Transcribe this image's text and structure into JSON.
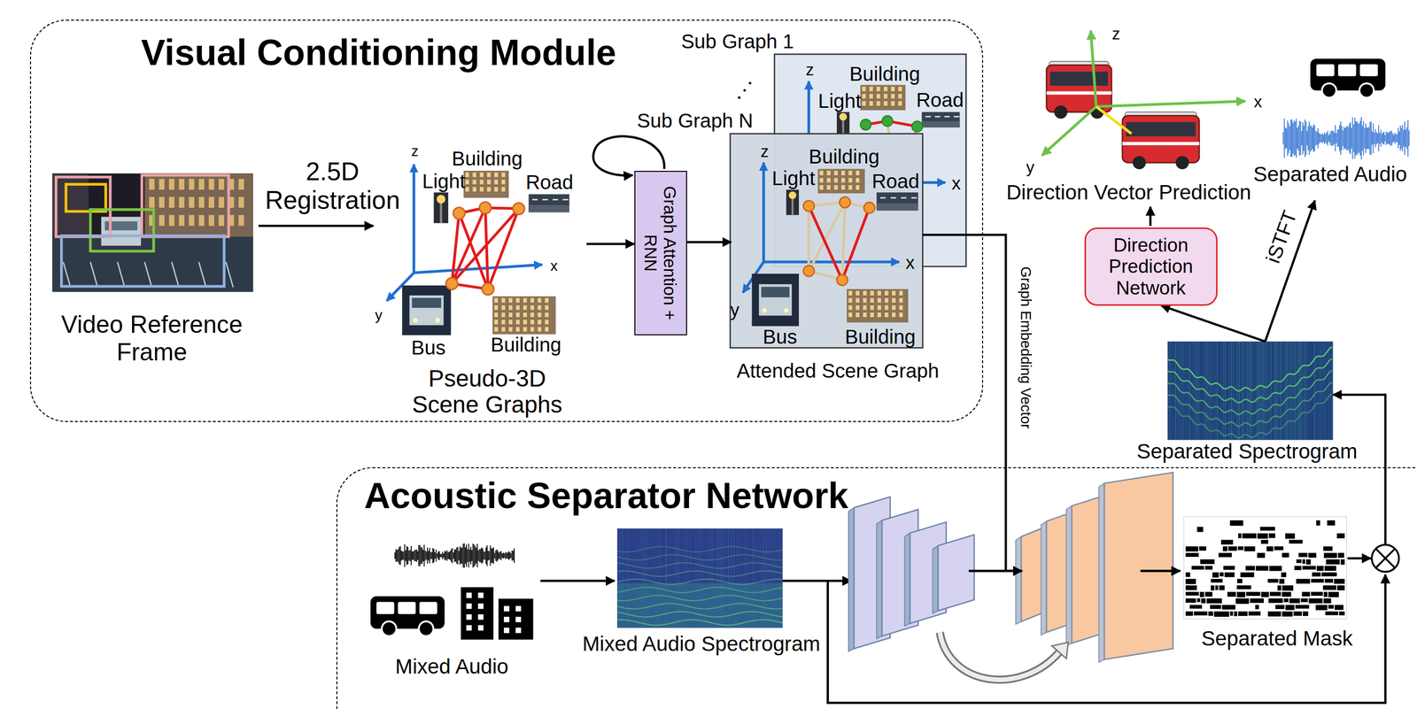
{
  "diagram": {
    "nodes": [
      {
        "text": [
          "Visual Conditioning Module"
        ]
      },
      {
        "text": [
          "Video Reference Frame"
        ],
        "in": 0
      },
      {
        "text": [
          "Building",
          "Light",
          "Road",
          "z",
          "x",
          "y",
          "Bus",
          "Building",
          "Pseudo-3D Scene Graphs"
        ],
        "in": 0
      },
      {
        "text": [
          "Graph Attention + RNN"
        ],
        "in": 0
      },
      {
        "text": [
          "Sub Graph 1",
          "z",
          "Building",
          "Light",
          "Road",
          "x"
        ],
        "in": 0
      },
      {
        "text": [
          "Sub Graph N",
          "z",
          "Building",
          "Light",
          "Road",
          "x",
          "y",
          "Bus",
          "Building",
          "Attended Scene Graph"
        ],
        "in": 0
      },
      {
        "text": [
          "Direction Prediction Network"
        ]
      },
      {
        "text": [
          "Separated Spectrogram"
        ]
      },
      {
        "text": [
          "Acoustic Separator Network"
        ]
      },
      {
        "text": [
          "Mixed Audio Spectrogram"
        ],
        "in": 8
      },
      {
        "text": [
          "Separated Mask"
        ],
        "in": 8
      }
    ],
    "edges": [
      {
        "from": 1,
        "to": 2,
        "arrow": "to",
        "label": "2.5D Registration"
      },
      {
        "from": 2,
        "to": 3,
        "arrow": "to"
      },
      {
        "from": 3,
        "to": 5,
        "arrow": "to"
      },
      {
        "from": 7,
        "to": 6,
        "arrow": "to"
      },
      {
        "from": 10,
        "to": 7,
        "arrow": "to"
      }
    ],
    "labels": [
      "Graph Embedding Vector",
      "z",
      "x",
      "y",
      "Direction Vector Prediction",
      "Separated Audio",
      "iSTFT",
      "Mixed Audio"
    ]
  }
}
